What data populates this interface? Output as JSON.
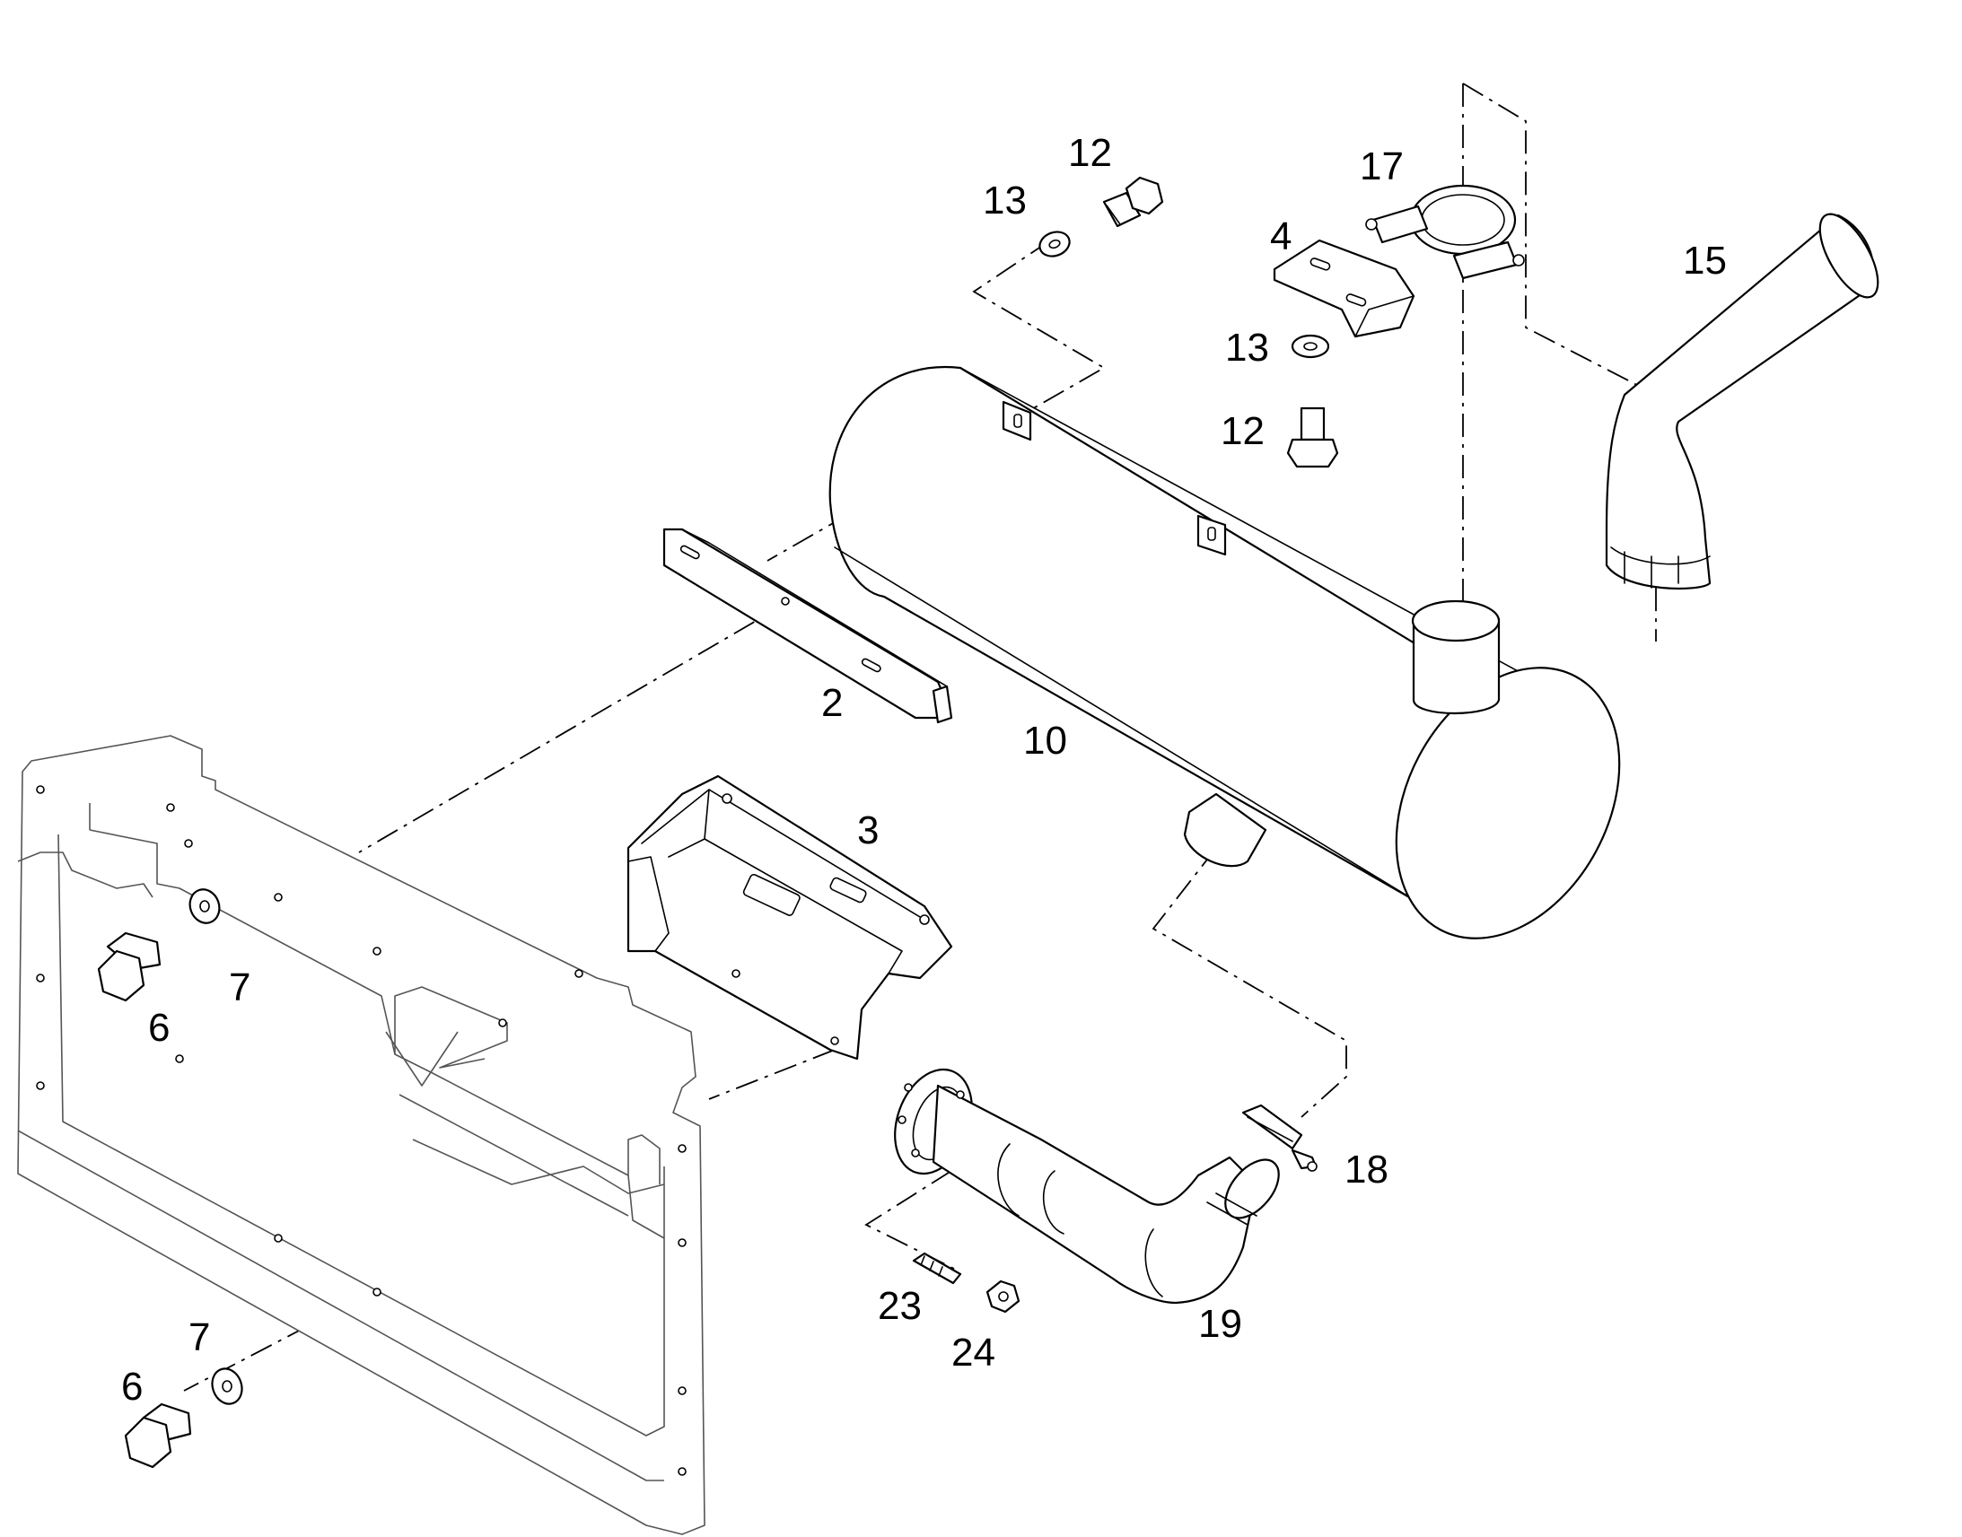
{
  "diagram": {
    "callouts": {
      "c2": "2",
      "c3": "3",
      "c4": "4",
      "c6a": "6",
      "c6b": "6",
      "c7a": "7",
      "c7b": "7",
      "c10": "10",
      "c12a": "12",
      "c12b": "12",
      "c13a": "13",
      "c13b": "13",
      "c15": "15",
      "c17": "17",
      "c18": "18",
      "c19": "19",
      "c23": "23",
      "c24": "24"
    },
    "colors": {
      "line": "#000000",
      "frame": "#555555",
      "background": "#ffffff"
    }
  }
}
